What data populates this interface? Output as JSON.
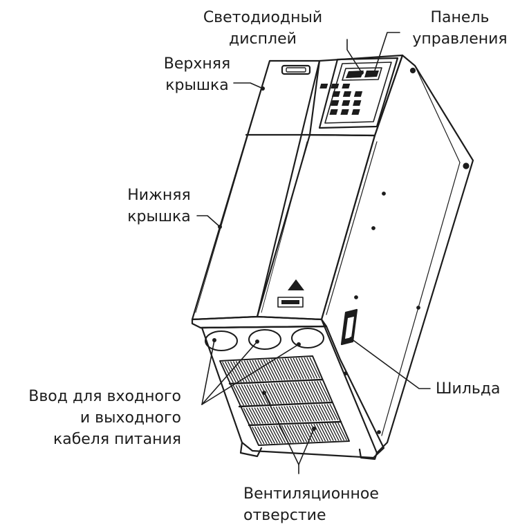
{
  "labels": {
    "led_display": [
      "Светодиодный",
      "дисплей"
    ],
    "control_panel": [
      "Панель",
      "управления"
    ],
    "top_cover": [
      "Верхняя",
      "крышка"
    ],
    "bottom_cover": [
      "Нижняя",
      "крышка"
    ],
    "cable_entry": [
      "Ввод для входного",
      "и выходного",
      "кабеля питания"
    ],
    "nameplate": [
      "Шильда"
    ],
    "vent_opening": [
      "Вентиляционное",
      "отверстие"
    ]
  },
  "colors": {
    "line": "#1c1c1c",
    "text": "#1c1c1c",
    "background": "#ffffff"
  }
}
